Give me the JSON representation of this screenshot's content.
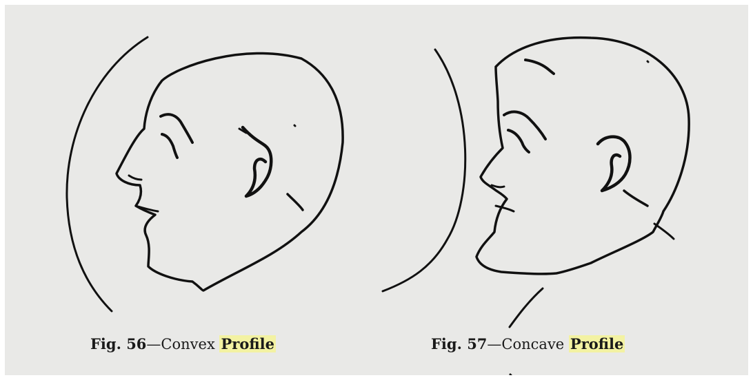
{
  "figures": [
    {
      "label": "Fig. 56",
      "dash": "—",
      "description": "Convex",
      "highlight": "Profile"
    },
    {
      "label": "Fig. 57",
      "dash": "—",
      "description": "Concave",
      "highlight": "Profile"
    }
  ],
  "colors": {
    "background": "#e9e9e7",
    "ink": "#111111",
    "highlight": "#f3f2a2"
  }
}
